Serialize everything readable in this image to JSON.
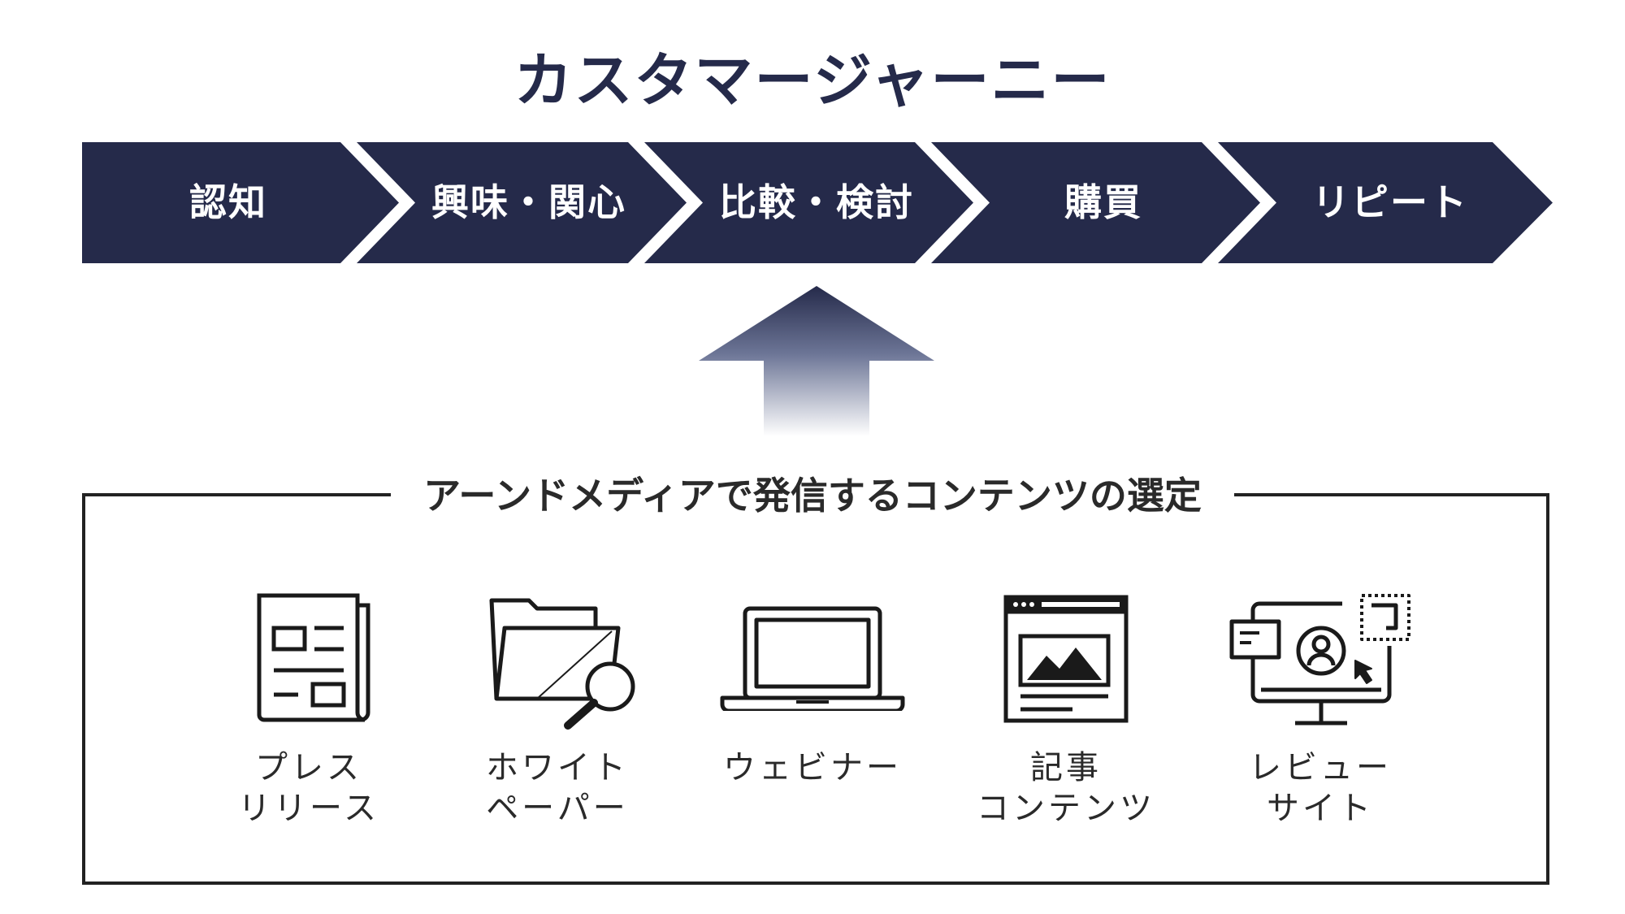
{
  "title": "カスタマージャーニー",
  "colors": {
    "navy": "#252a4a",
    "text": "#2a2a2a"
  },
  "stages": [
    {
      "label": "認知"
    },
    {
      "label": "興味・関心"
    },
    {
      "label": "比較・検討"
    },
    {
      "label": "購買"
    },
    {
      "label": "リピート"
    }
  ],
  "panel": {
    "title": "アーンドメディアで発信するコンテンツの選定",
    "items": [
      {
        "icon": "newspaper-icon",
        "line1": "プレス",
        "line2": "リリース"
      },
      {
        "icon": "folder-search-icon",
        "line1": "ホワイト",
        "line2": "ペーパー"
      },
      {
        "icon": "laptop-icon",
        "line1": "ウェビナー",
        "line2": ""
      },
      {
        "icon": "web-article-icon",
        "line1": "記事",
        "line2": "コンテンツ"
      },
      {
        "icon": "review-site-icon",
        "line1": "レビュー",
        "line2": "サイト"
      }
    ]
  }
}
